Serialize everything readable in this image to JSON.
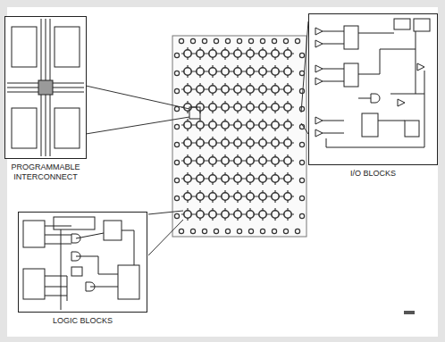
{
  "diagram": {
    "nodes": [
      {
        "text": [
          "PROGRAMMABLE INTERCONNECT"
        ]
      },
      {
        "text": [
          "I/O BLOCKS"
        ]
      },
      {
        "text": [
          "LOGIC BLOCKS"
        ]
      }
    ]
  }
}
